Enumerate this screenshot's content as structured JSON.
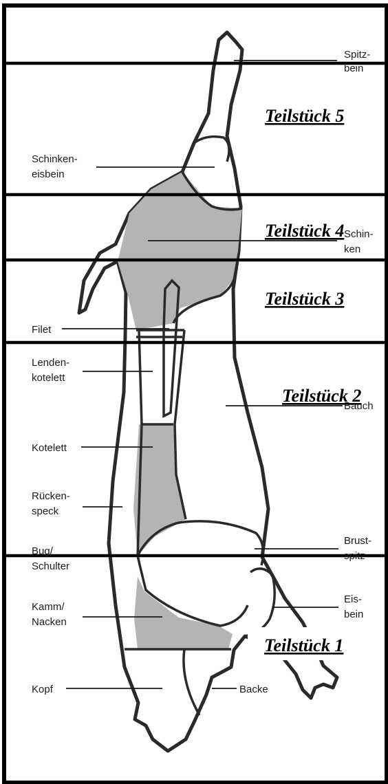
{
  "labels": {
    "spitzbein": [
      "Spitz-",
      "bein"
    ],
    "schinkeneisbein": [
      "Schinken-",
      "eisbein"
    ],
    "schinken": [
      "Schin-",
      "ken"
    ],
    "filet": [
      "Filet"
    ],
    "lendenkotelett": [
      "Lenden-",
      "kotelett"
    ],
    "bauch": [
      "Bauch"
    ],
    "kotelett": [
      "Kotelett"
    ],
    "rueckenspeck": [
      "Rücken-",
      "speck"
    ],
    "bug": [
      "Bug/",
      "Schulter"
    ],
    "brustspitz": [
      "Brust-",
      "spitz"
    ],
    "eisbein": [
      "Eis-",
      "bein"
    ],
    "kamm": [
      "Kamm/",
      "Nacken"
    ],
    "kopf": [
      "Kopf"
    ],
    "backe": [
      "Backe"
    ]
  },
  "parts": {
    "teil5": "Teilstück 5",
    "teil4": "Teilstück 4",
    "teil3": "Teilstück 3",
    "teil2": "Teilstück 2",
    "teil1": "Teilstück 1"
  },
  "colors": {
    "light_fill": "#d6d6d6",
    "dark_fill": "#b4b4b4",
    "outline": "#2a2a2a"
  }
}
